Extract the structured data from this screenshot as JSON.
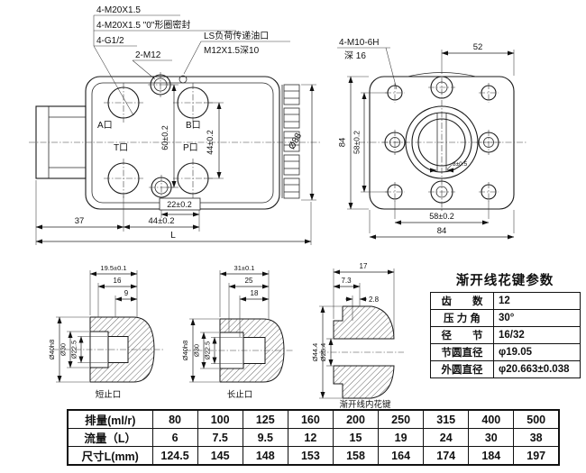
{
  "style": {
    "ink": "#1a1a1a",
    "background": "#ffffff"
  },
  "left_view": {
    "callout_m20": "4-M20X1.5",
    "callout_m20_oring": "4-M20X1.5 \"0\"形圈密封",
    "callout_g12": "4-G1/2",
    "callout_m12": "2-M12",
    "ls_line1": "LS负荷传递油口",
    "ls_line2": "M12X1.5深10",
    "port_a": "A口",
    "port_b": "B口",
    "port_t": "T口",
    "port_p": "P口",
    "dim_boss_spacing": "60±0.2",
    "dim_port_spacing_v": "44±0.2",
    "dim_22": "22±0.2",
    "dim_37": "37",
    "dim_44": "44±0.2",
    "dim_length": "L",
    "dim_spline_od": "Ø88"
  },
  "right_view": {
    "callout_m10": "4-M10-6H",
    "callout_m10_depth": "深 16",
    "dim_52": "52",
    "dim_84_left": "84",
    "dim_58_left": "58±0.2",
    "dim_58_bottom": "58±0.2",
    "dim_84_bottom": "84",
    "dim_slot": "8±0.5"
  },
  "sections": {
    "s1": {
      "label": "短止口",
      "depth_total": "19.5±0.1",
      "depth_mid": "16",
      "depth_inner": "9",
      "dia_outer": "Ø40h8",
      "dia_mid": "Ø30",
      "dia_bore": "Ø22.5"
    },
    "s2": {
      "label": "长止口",
      "depth_total": "31±0.1",
      "depth_mid": "25",
      "depth_inner": "18",
      "dia_outer": "Ø40h8",
      "dia_mid": "Ø30",
      "dia_bore": "Ø22.5"
    },
    "s3": {
      "label": "渐开线内花键",
      "width_total": "17",
      "width_mid": "7.3",
      "width_inner": "2.8",
      "dia_outer": "Ø44.4",
      "dia_bore": "Ø25.4"
    }
  },
  "spline_table": {
    "title": "渐开线花键参数",
    "rows": [
      {
        "name": "齿　　数",
        "value": "12"
      },
      {
        "name": "压 力 角",
        "value": "30°"
      },
      {
        "name": "径　　节",
        "value": "16/32"
      },
      {
        "name": "节圆直径",
        "value": "φ19.05"
      },
      {
        "name": "外圆直径",
        "value": "φ20.663±0.038"
      }
    ]
  },
  "spec_table": {
    "rows": [
      {
        "label": "排量(ml/r)",
        "values": [
          "80",
          "100",
          "125",
          "160",
          "200",
          "250",
          "315",
          "400",
          "500"
        ]
      },
      {
        "label": "流量（L）",
        "values": [
          "6",
          "7.5",
          "9.5",
          "12",
          "15",
          "19",
          "24",
          "30",
          "38"
        ]
      },
      {
        "label": "尺寸L(mm)",
        "values": [
          "124.5",
          "145",
          "148",
          "153",
          "158",
          "164",
          "174",
          "184",
          "197"
        ]
      }
    ]
  }
}
